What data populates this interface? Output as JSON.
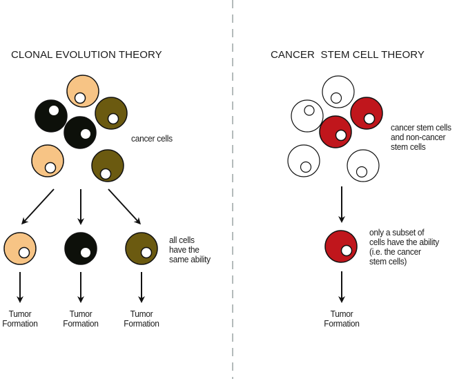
{
  "left_panel": {
    "title": "CLONAL EVOLUTION THEORY",
    "cluster_label": "cancer cells",
    "result_label_lines": [
      "all cells",
      "have the",
      "same ability"
    ],
    "outcomes": [
      {
        "line1": "Tumor",
        "line2": "Formation"
      },
      {
        "line1": "Tumor",
        "line2": "Formation"
      },
      {
        "line1": "Tumor",
        "line2": "Formation"
      }
    ]
  },
  "right_panel": {
    "title": "CANCER  STEM CELL THEORY",
    "cluster_label_lines": [
      "cancer stem cells",
      "and non-cancer",
      "stem cells"
    ],
    "result_label_lines": [
      "only a subset of",
      "cells have the ability",
      "(i.e. the cancer",
      "stem cells)"
    ],
    "outcome": {
      "line1": "Tumor",
      "line2": "Formation"
    }
  },
  "colors": {
    "light_cell": "#f7c485",
    "black_cell": "#0d100a",
    "olive_cell": "#6b5a10",
    "stem_cell": "#c0161c",
    "empty_cell": "#ffffff",
    "divider": "#9aa4a4"
  }
}
